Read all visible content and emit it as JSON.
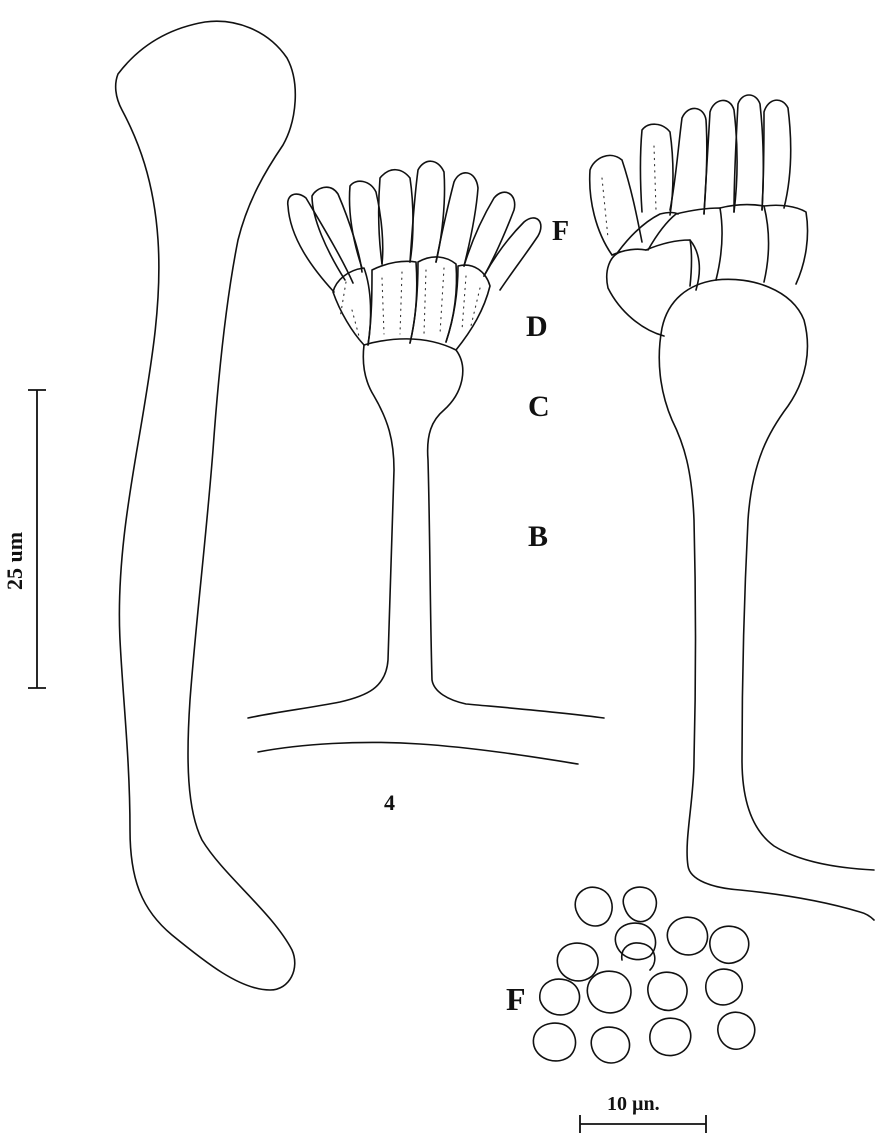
{
  "labels": {
    "F": "F",
    "D": "D",
    "C": "C",
    "B": "B",
    "figure_number": "4",
    "spores_label": "F"
  },
  "scale_bars": {
    "left": "25 um",
    "bottom": "10 µn."
  }
}
